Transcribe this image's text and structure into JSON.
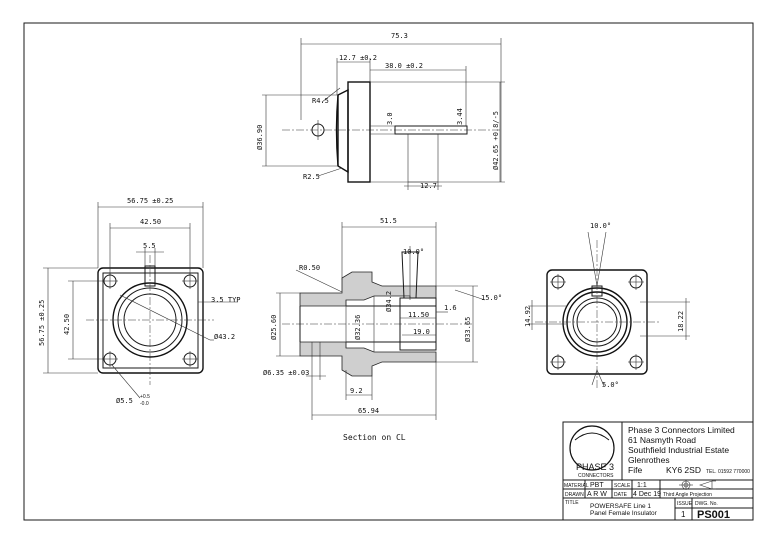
{
  "dimensions": {
    "top_overall": "75.3",
    "top_flange": "12.7 ±0.2",
    "top_body": "38.0 ±0.2",
    "top_r45": "R4.5",
    "top_r25": "R2.5",
    "top_dia36": "Ø36.90",
    "top_dia42": "Ø42.65 +0.8/-5",
    "top_30": "3.0",
    "top_344": "3.44",
    "top_127b": "12.7",
    "left_width": "56.75 ±0.25",
    "left_4250a": "42.50",
    "left_55": "5.5",
    "left_height": "56.75 ±0.25",
    "left_4250b": "42.50",
    "left_35typ": "3.5 TYP",
    "left_432": "Ø43.2",
    "left_hole": "Ø5.5",
    "left_hole_tol_plus": "+0.5",
    "left_hole_tol_minus": "-0.0",
    "sec_515": "51.5",
    "sec_r050": "R0.50",
    "sec_10deg": "10.0°",
    "sec_2560": "Ø25.60",
    "sec_3236": "Ø32.36",
    "sec_dtop": "Ø34.2",
    "sec_1150": "11.50",
    "sec_16": "1.6",
    "sec_190": "19.0",
    "sec_3365": "Ø33.65",
    "sec_15deg": "15.0°",
    "sec_635": "Ø6.35 ±0.03",
    "sec_92": "9.2",
    "sec_6594": "65.94",
    "right_10deg": "10.0°",
    "right_1492": "14.92",
    "right_1822": "18.22",
    "right_5deg": "5.0°"
  },
  "section_label": "Section on CL",
  "titleblock": {
    "logo_text": "PHASE 3",
    "logo_sub": "CONNECTORS",
    "company": "Phase 3 Connectors Limited",
    "address1": "61 Nasmyth Road",
    "address2": "Southfield Industrial Estate",
    "address3": "Glenrothes",
    "county": "Fife",
    "postcode": "KY6 2SD",
    "tel": "TEL. 01592 770000",
    "material_label": "MATERIAL",
    "material_value": "PBT",
    "scale_label": "SCALE",
    "scale_value": "1:1",
    "drawn_label": "DRAWN",
    "drawn_value": "A R W",
    "date_label": "DATE",
    "date_value": "4 Dec 19",
    "projection": "Third Angle Projection",
    "title_label": "TITLE",
    "title_line1": "POWERSAFE Line 1",
    "title_line2": "Panel Female Insulator",
    "issue_label": "ISSUE",
    "issue_value": "1",
    "dwg_label": "DWG. No.",
    "dwg_value": "PS001"
  }
}
